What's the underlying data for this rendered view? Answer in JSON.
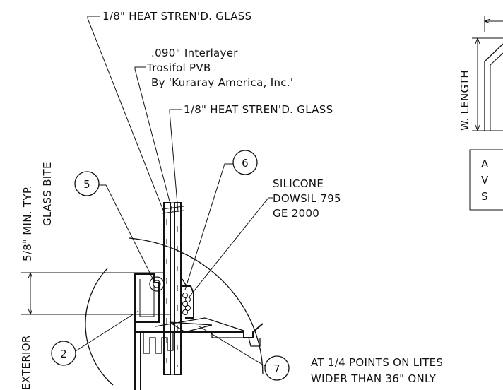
{
  "labels": {
    "glass_outer": "1/8\" HEAT STREN'D. GLASS",
    "interlayer_1": ".090\" Interlayer",
    "interlayer_2": "Trosifol PVB",
    "interlayer_3": "By 'Kuraray America, Inc.'",
    "glass_inner": "1/8\" HEAT STREN'D. GLASS",
    "bite_1": "5/8\" MIN. TYP.",
    "bite_2": "GLASS BITE",
    "silicone_1": "SILICONE",
    "silicone_2": "DOWSIL 795",
    "silicone_3": "GE 2000",
    "exterior": "EXTERIOR",
    "note_1": "AT 1/4 POINTS ON LITES",
    "note_2": "WIDER THAN 36\" ONLY",
    "w_length": "W. LENGTH",
    "box_a": "A",
    "box_v": "V",
    "box_s": "S"
  },
  "callouts": {
    "c5": "5",
    "c6": "6",
    "c2": "2",
    "c7": "7"
  }
}
